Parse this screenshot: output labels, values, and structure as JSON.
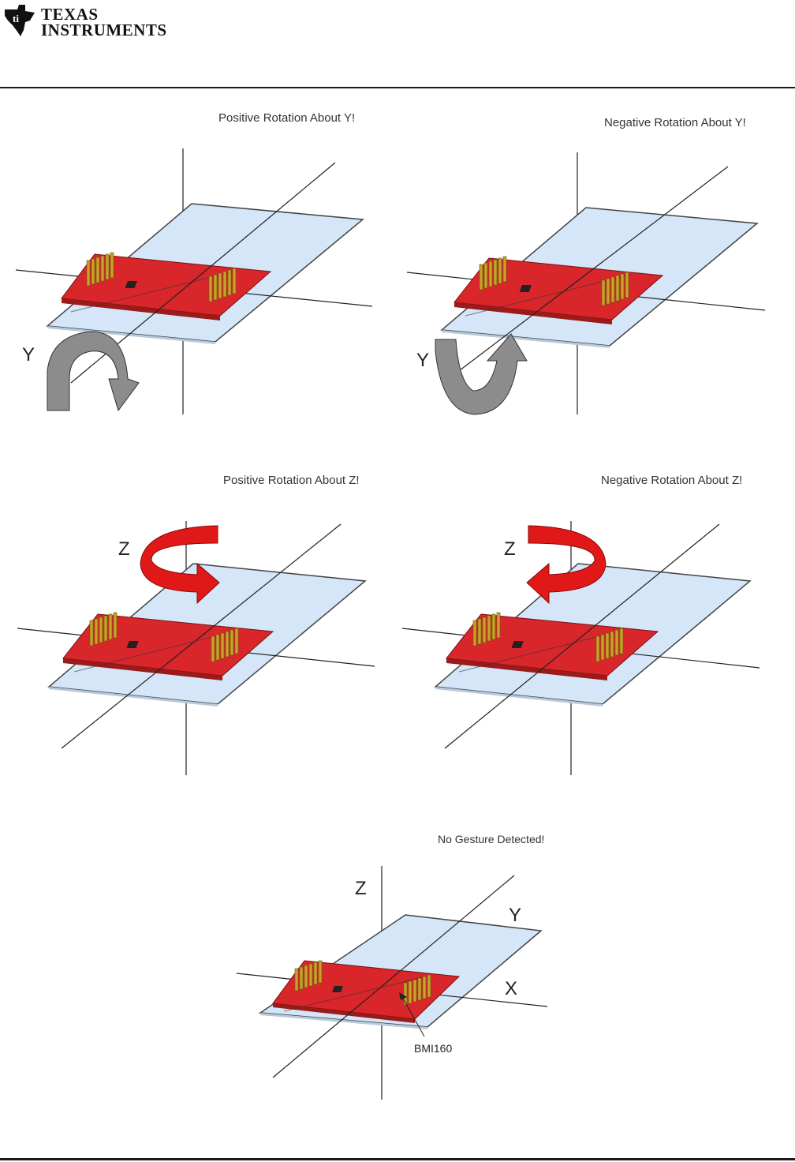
{
  "header": {
    "logo_line1": "TEXAS",
    "logo_line2": "INSTRUMENTS"
  },
  "figures": {
    "pos_y": {
      "title": "Positive Rotation About Y!",
      "axis_label": "Y"
    },
    "neg_y": {
      "title": "Negative Rotation About Y!",
      "axis_label": "Y"
    },
    "pos_z": {
      "title": "Positive Rotation About Z!",
      "axis_label": "Z"
    },
    "neg_z": {
      "title": "Negative Rotation About Z!",
      "axis_label": "Z"
    },
    "none": {
      "title": "No Gesture Detected!",
      "z_label": "Z",
      "y_label": "Y",
      "x_label": "X",
      "sensor_label": "BMI160"
    }
  },
  "colors": {
    "board": "#d8262b",
    "plane": "#d4e6f7",
    "header_pin": "#c9a227",
    "arrow_red": "#e01818",
    "arrow_gray": "#8c8c8c"
  }
}
